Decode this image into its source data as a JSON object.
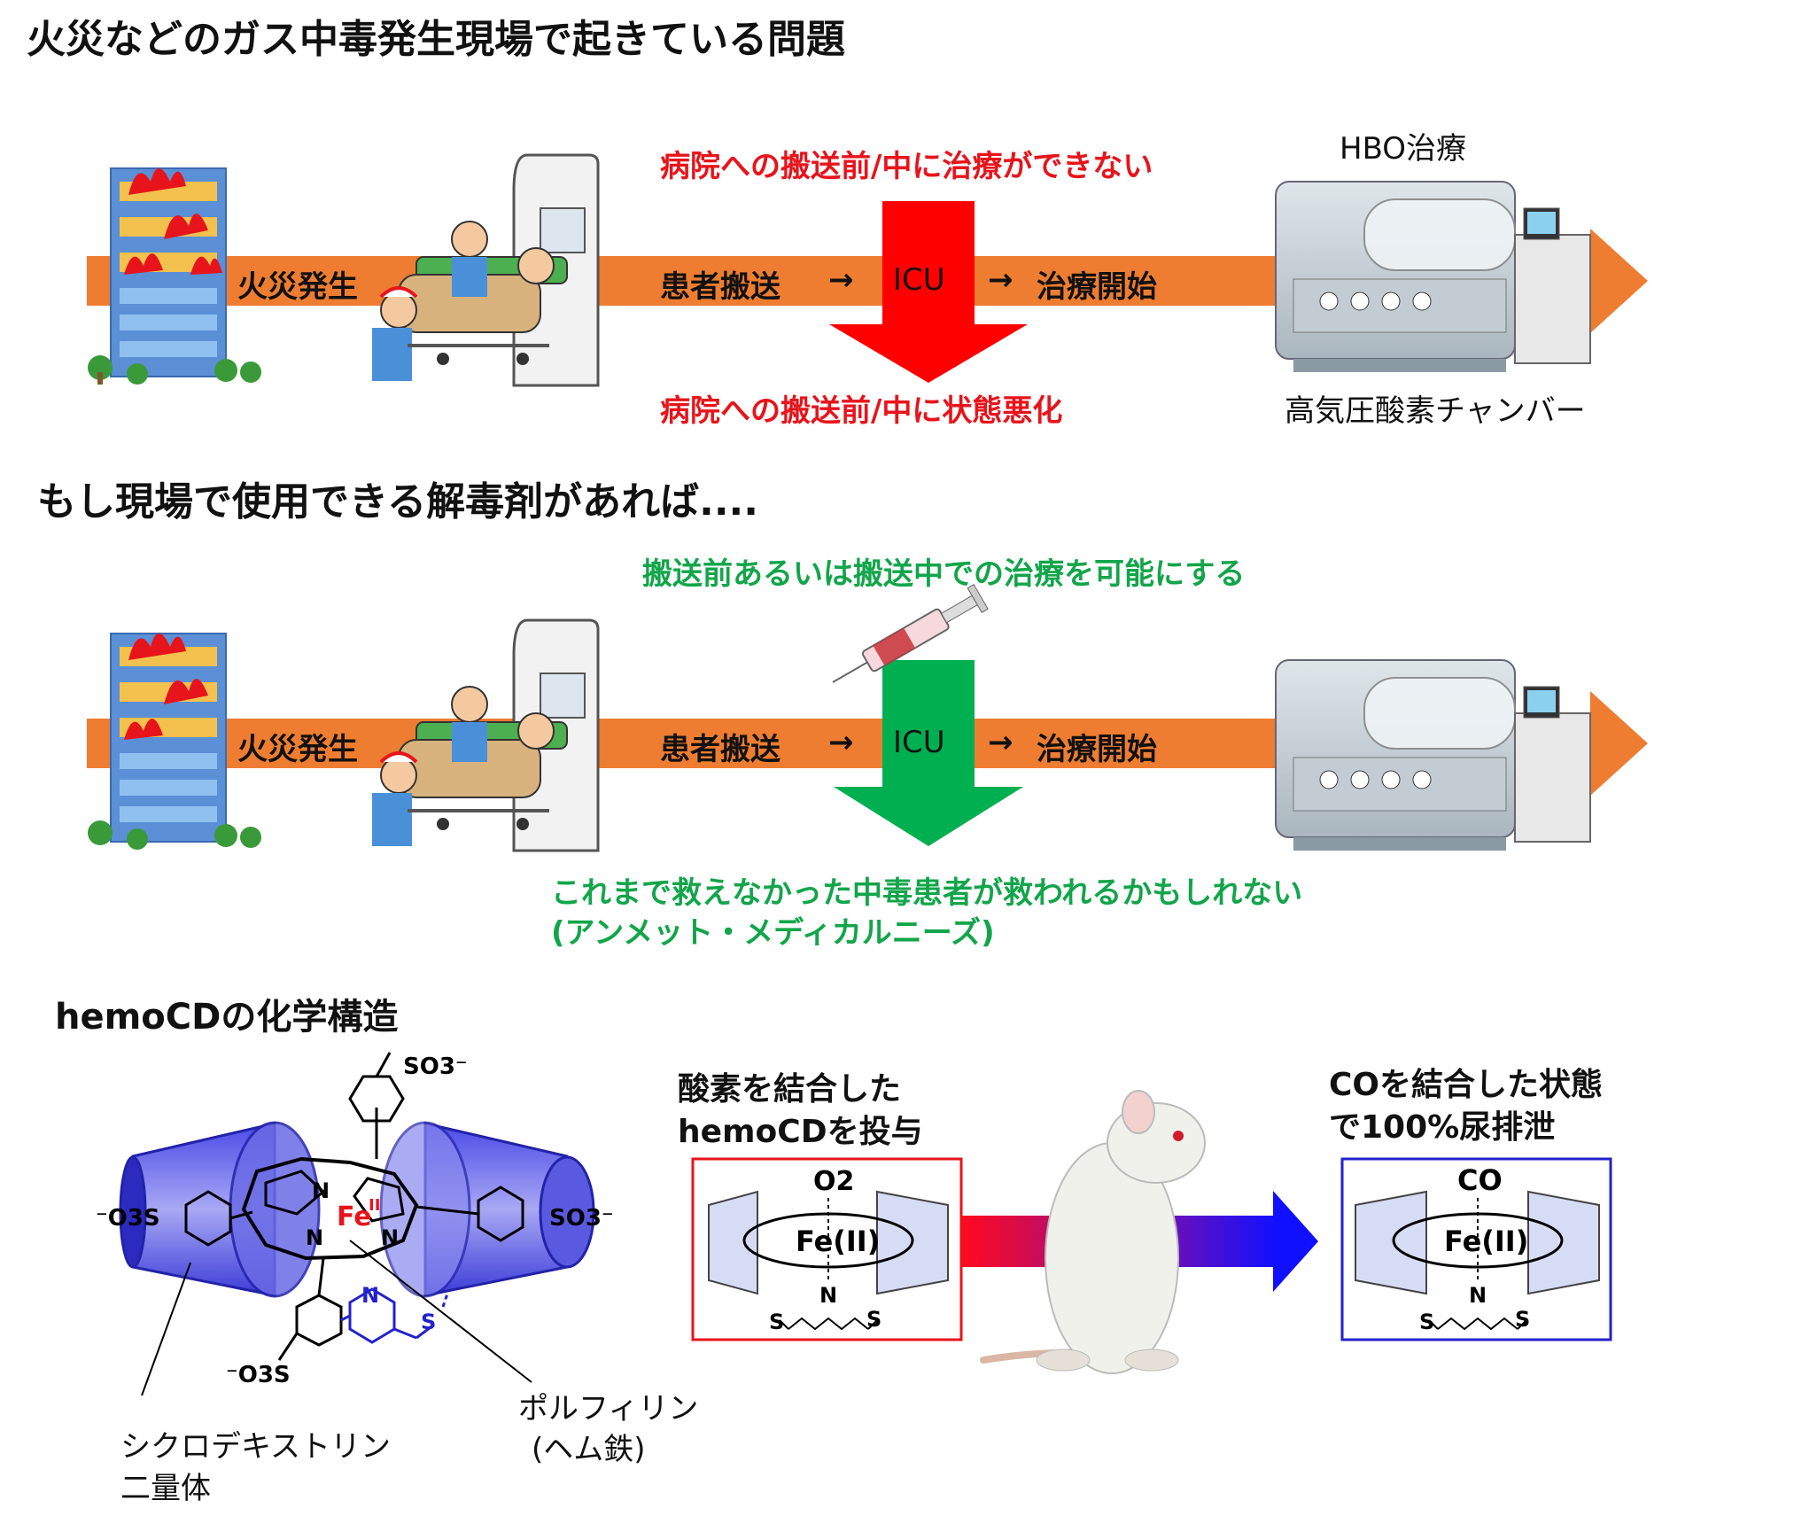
{
  "section1": {
    "heading": "火災などのガス中毒発生現場で起きている問題",
    "fire_label": "火災発生",
    "transport_label": "患者搬送",
    "arrow_glyph_1": "→",
    "icu_label": "ICU",
    "arrow_glyph_2": "→",
    "treatment_label": "治療開始",
    "red_top": "病院への搬送前/中に治療ができない",
    "red_bottom": "病院への搬送前/中に状態悪化",
    "hbo_label": "HBO治療",
    "chamber_label": "高気圧酸素チャンバー"
  },
  "section2": {
    "heading": "もし現場で使用できる解毒剤があれば....",
    "fire_label": "火災発生",
    "transport_label": "患者搬送",
    "arrow_glyph_1": "→",
    "icu_label": "ICU",
    "arrow_glyph_2": "→",
    "treatment_label": "治療開始",
    "green_top": "搬送前あるいは搬送中での治療を可能にする",
    "green_bottom_1": "これまで救えなかった中毒患者が救われるかもしれない",
    "green_bottom_2": "(アンメット・メディカルニーズ)"
  },
  "section3": {
    "heading": "hemoCDの化学構造",
    "struct": {
      "so3_top": "SO3⁻",
      "so3_left": "⁻O3S",
      "so3_right": "SO3⁻",
      "so3_bottom": "⁻O3S",
      "fe": "Fe",
      "fe_sup": "II",
      "n": "N",
      "s": "S"
    },
    "label_cd_1": "シクロデキストリン",
    "label_cd_2": "二量体",
    "label_por_1": "ポルフィリン",
    "label_por_2": "(ヘム鉄)",
    "admin_1": "酸素を結合した",
    "admin_2": "hemoCDを投与",
    "excrete_1": "COを結合した状態",
    "excrete_2": "で100%尿排泄",
    "box_left": {
      "ligand": "O2",
      "center": "Fe(II)",
      "n": "N",
      "s": "S"
    },
    "box_right": {
      "ligand": "CO",
      "center": "Fe(II)",
      "n": "N",
      "s": "S"
    }
  },
  "colors": {
    "orange_arrow": "#ee7d31",
    "red_arrow": "#ff0000",
    "green_arrow": "#00b050",
    "red_text": "#e8141b",
    "green_text": "#12a54a",
    "cd_blue": "#3333dd",
    "box_red": "#e8141b",
    "box_blue": "#2222cc"
  }
}
